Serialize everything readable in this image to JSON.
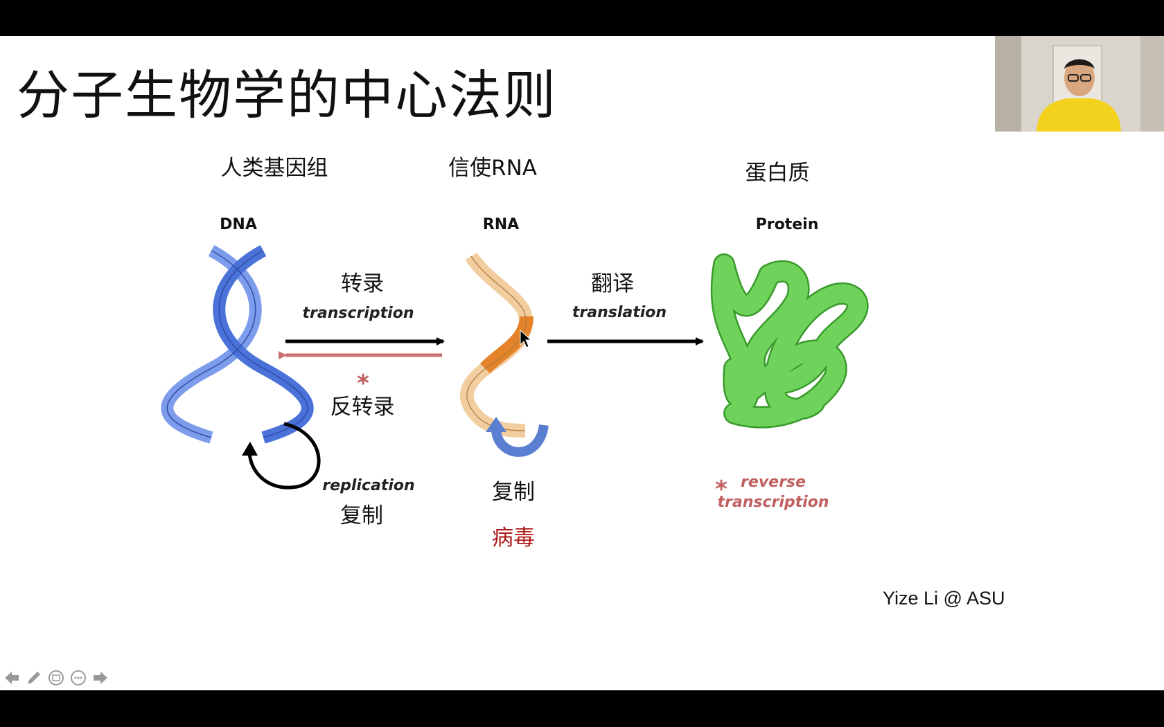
{
  "slide": {
    "title": "分子生物学的中心法则",
    "headers_cn": {
      "dna": "人类基因组",
      "rna": "信使RNA",
      "protein": "蛋白质"
    },
    "headers_en": {
      "dna": "DNA",
      "rna": "RNA",
      "protein": "Protein"
    },
    "transcription": {
      "cn": "转录",
      "en": "transcription"
    },
    "reverse_transcription_cn": "反转录",
    "asterisk": "*",
    "translation": {
      "cn": "翻译",
      "en": "translation"
    },
    "dna_replication": {
      "en": "replication",
      "cn": "复制"
    },
    "rna_replication_cn": "复制",
    "virus": "病毒",
    "reverse_note": {
      "asterisk": "*",
      "line1": "reverse",
      "line2": "transcription"
    },
    "watermark": "Yize Li @ ASU"
  },
  "colors": {
    "dna_blue": "#4a72d8",
    "dna_blue_light": "#7d9cec",
    "rna_orange": "#e5832a",
    "rna_peach": "#f2cda0",
    "protein_green": "#6fd25a",
    "protein_outline": "#3a9a2c",
    "reverse_red": "#c06060",
    "virus_red": "#b01818"
  },
  "controls": [
    "previous-icon",
    "pen-icon",
    "slides-icon",
    "more-icon",
    "next-icon"
  ]
}
